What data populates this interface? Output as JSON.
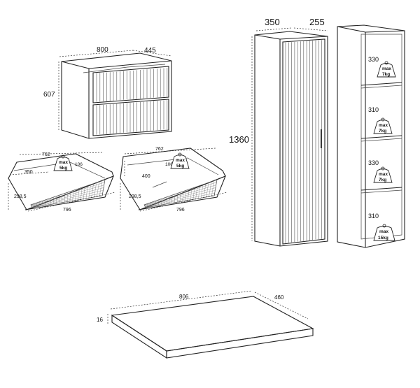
{
  "vanity": {
    "width": "800",
    "depth": "445",
    "height": "607"
  },
  "drawer_top": {
    "inner_width": "762",
    "front_width": "796",
    "inner_depth": "350",
    "front_height": "298,5",
    "side_height": "106",
    "max_label": "max",
    "max_load": "5kg"
  },
  "drawer_bottom": {
    "inner_width": "762",
    "front_width": "796",
    "inner_depth": "400",
    "front_height": "298,5",
    "side_height": "106",
    "max_label": "max",
    "max_load": "5kg"
  },
  "tall_cabinet": {
    "width": "350",
    "depth": "255",
    "height": "1360"
  },
  "shelves": [
    {
      "height": "310",
      "max_label": "max",
      "max_load": "7kg"
    },
    {
      "height": "330",
      "max_label": "max",
      "max_load": "7kg"
    },
    {
      "height": "330",
      "max_label": "max",
      "max_load": "7kg"
    },
    {
      "height": "310",
      "max_label": "max",
      "max_load": "15kg"
    }
  ],
  "countertop": {
    "width": "806",
    "depth": "460",
    "thickness": "16"
  },
  "colors": {
    "line": "#222222",
    "background": "#ffffff"
  }
}
